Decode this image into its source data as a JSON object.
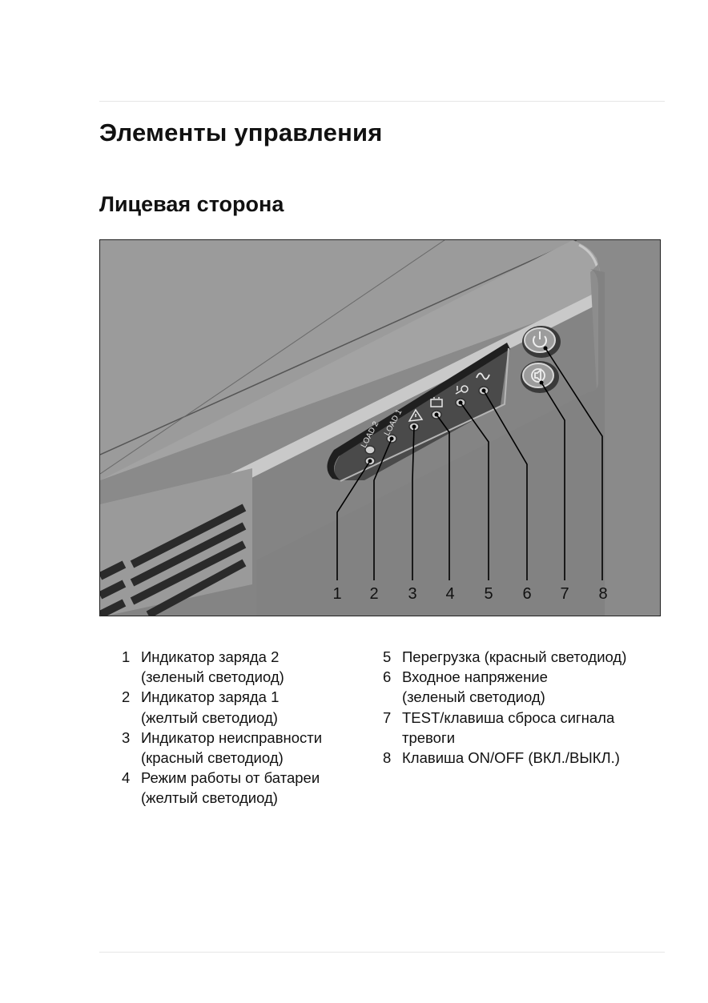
{
  "heading": "Элементы управления",
  "subheading": "Лицевая сторона",
  "figure": {
    "led_labels": {
      "load2": "LOAD 2",
      "load1": "LOAD 1"
    },
    "callouts": [
      "1",
      "2",
      "3",
      "4",
      "5",
      "6",
      "7",
      "8"
    ],
    "icons": {
      "fault": "warning-triangle-icon",
      "battery": "battery-icon",
      "overload": "overload-icon",
      "input": "sine-wave-icon",
      "power_button": "power-icon",
      "test_button": "speaker-test-icon"
    }
  },
  "legend": {
    "col1": [
      {
        "num": "1",
        "line1": "Индикатор заряда 2",
        "line2": "(зеленый светодиод)"
      },
      {
        "num": "2",
        "line1": "Индикатор заряда 1",
        "line2": "(желтый светодиод)"
      },
      {
        "num": "3",
        "line1": "Индикатор неисправности",
        "line2": "(красный светодиод)"
      },
      {
        "num": "4",
        "line1": "Режим работы от батареи",
        "line2": "(желтый светодиод)"
      }
    ],
    "col2": [
      {
        "num": "5",
        "line1": "Перегрузка (красный светодиод)",
        "line2": ""
      },
      {
        "num": "6",
        "line1": "Входное напряжение",
        "line2": "(зеленый светодиод)"
      },
      {
        "num": "7",
        "line1": "TEST/клавиша сброса сигнала",
        "line2": "тревоги"
      },
      {
        "num": "8",
        "line1": "Клавиша ON/OFF (ВКЛ./ВЫКЛ.)",
        "line2": ""
      }
    ]
  }
}
